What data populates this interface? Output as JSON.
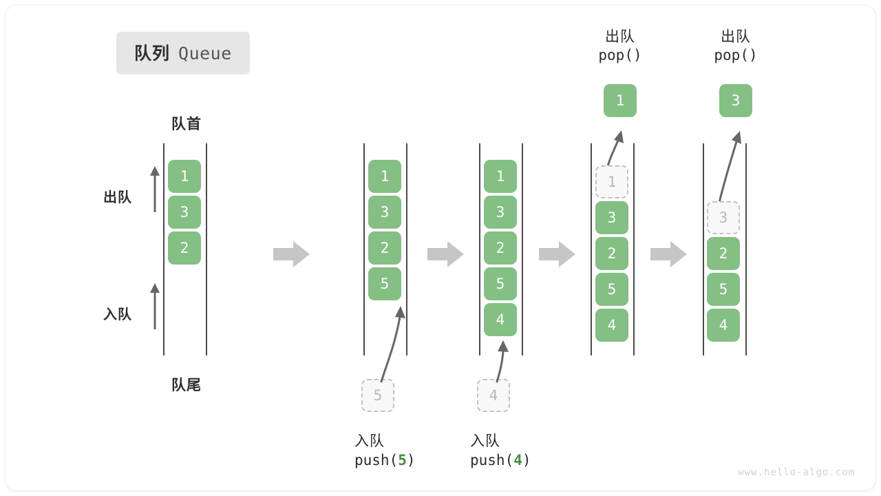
{
  "title": {
    "cn": "队列",
    "en": "Queue"
  },
  "labels": {
    "front": "队首",
    "rear": "队尾",
    "dequeue": "出队",
    "enqueue": "入队"
  },
  "watermark": "www.hello-algo.com",
  "colors": {
    "cell_fill": "#84bf84",
    "cell_text": "#ffffff",
    "ghost_fill": "#f8f8f8",
    "ghost_border": "#c2c2c2",
    "ghost_text": "#b8b8b8",
    "rail": "#4a4a4a",
    "accent_green": "#3f9142",
    "arrow_gray": "#c6c6c6",
    "badge_bg": "#e6e6e6",
    "text": "#2b2b2b"
  },
  "steps": [
    {
      "id": "initial",
      "cells": [
        "1",
        "3",
        "2"
      ],
      "ghost": null,
      "caption_cn": "",
      "caption_code": ""
    },
    {
      "id": "push-5",
      "cells": [
        "1",
        "3",
        "2",
        "5"
      ],
      "ghost": "5",
      "caption_cn": "入队",
      "caption_code_prefix": "push(",
      "caption_code_num": "5",
      "caption_code_suffix": ")"
    },
    {
      "id": "push-4",
      "cells": [
        "1",
        "3",
        "2",
        "5",
        "4"
      ],
      "ghost": "4",
      "caption_cn": "入队",
      "caption_code_prefix": "push(",
      "caption_code_num": "4",
      "caption_code_suffix": ")"
    },
    {
      "id": "pop-1",
      "cells": [
        "3",
        "2",
        "5",
        "4"
      ],
      "ghost": "1",
      "popped": "1",
      "caption_cn": "出队",
      "caption_code": "pop()"
    },
    {
      "id": "pop-3",
      "cells": [
        "2",
        "5",
        "4"
      ],
      "ghost": "3",
      "popped": "3",
      "caption_cn": "出队",
      "caption_code": "pop()"
    }
  ],
  "cell_values": {
    "c0_0": "1",
    "c0_1": "3",
    "c0_2": "2",
    "c1_0": "1",
    "c1_1": "3",
    "c1_2": "2",
    "c1_3": "5",
    "c2_0": "1",
    "c2_1": "3",
    "c2_2": "2",
    "c2_3": "5",
    "c2_4": "4",
    "c3_ghost": "1",
    "c3_1": "3",
    "c3_2": "2",
    "c3_3": "5",
    "c3_4": "4",
    "c4_ghost": "3",
    "c4_2": "2",
    "c4_3": "5",
    "c4_4": "4",
    "g1": "5",
    "g2": "4",
    "pop1": "1",
    "pop2": "3"
  }
}
